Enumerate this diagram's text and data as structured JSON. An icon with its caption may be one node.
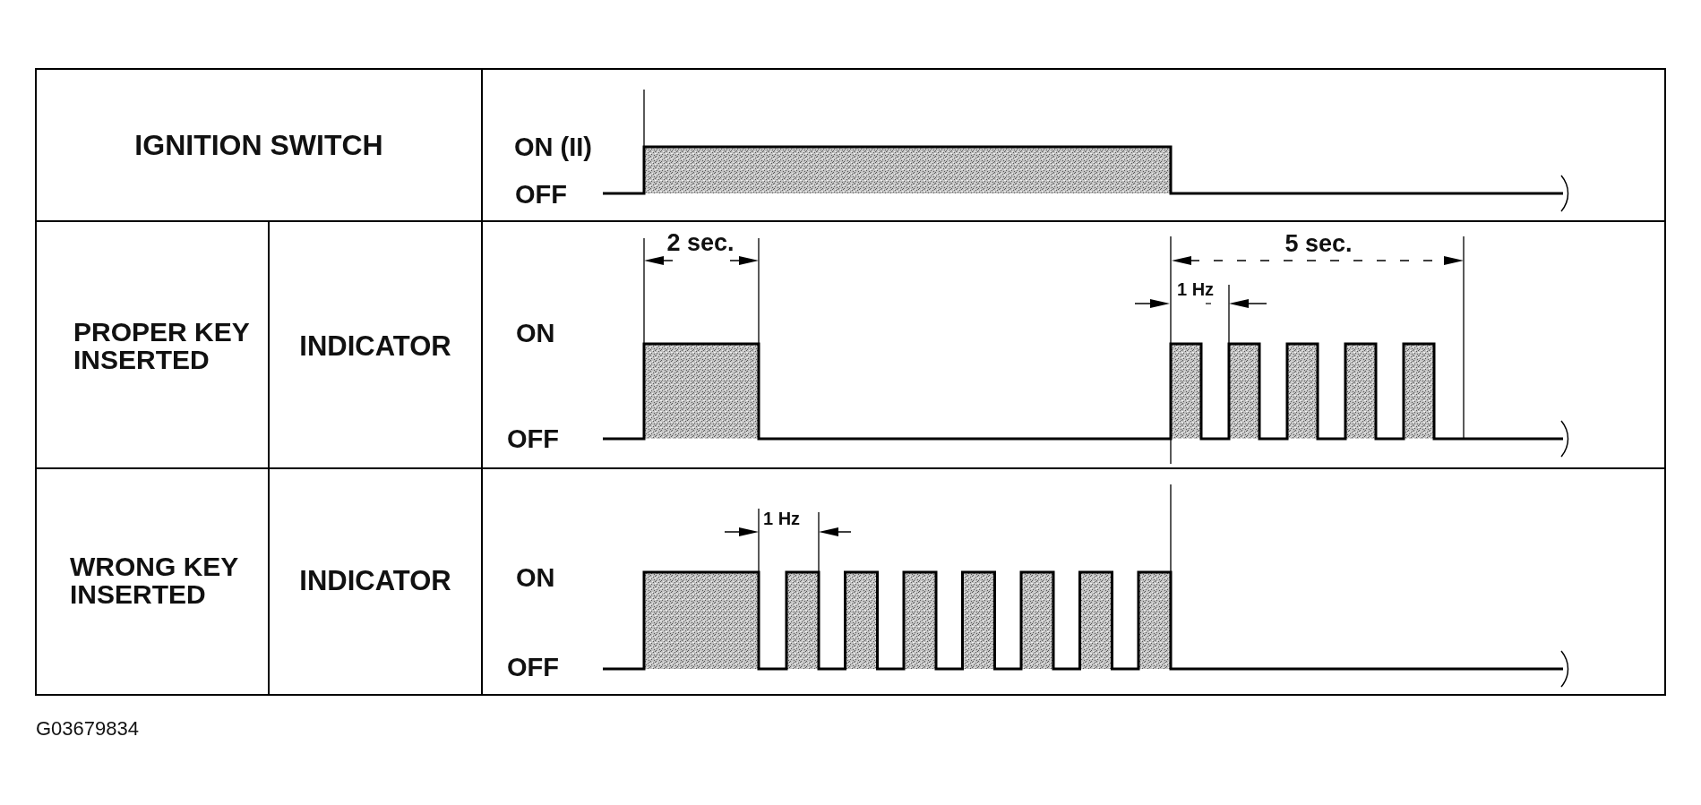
{
  "diagram": {
    "labels": [
      "IGNITION SWITCH",
      "ON (II)",
      "OFF",
      "PROPER KEY INSERTED",
      "INDICATOR",
      "2 sec.",
      "5 sec.",
      "1 Hz",
      "ON",
      "OFF",
      "WRONG KEY INSERTED",
      "INDICATOR",
      "1 Hz",
      "ON",
      "OFF",
      "G03679834"
    ]
  }
}
